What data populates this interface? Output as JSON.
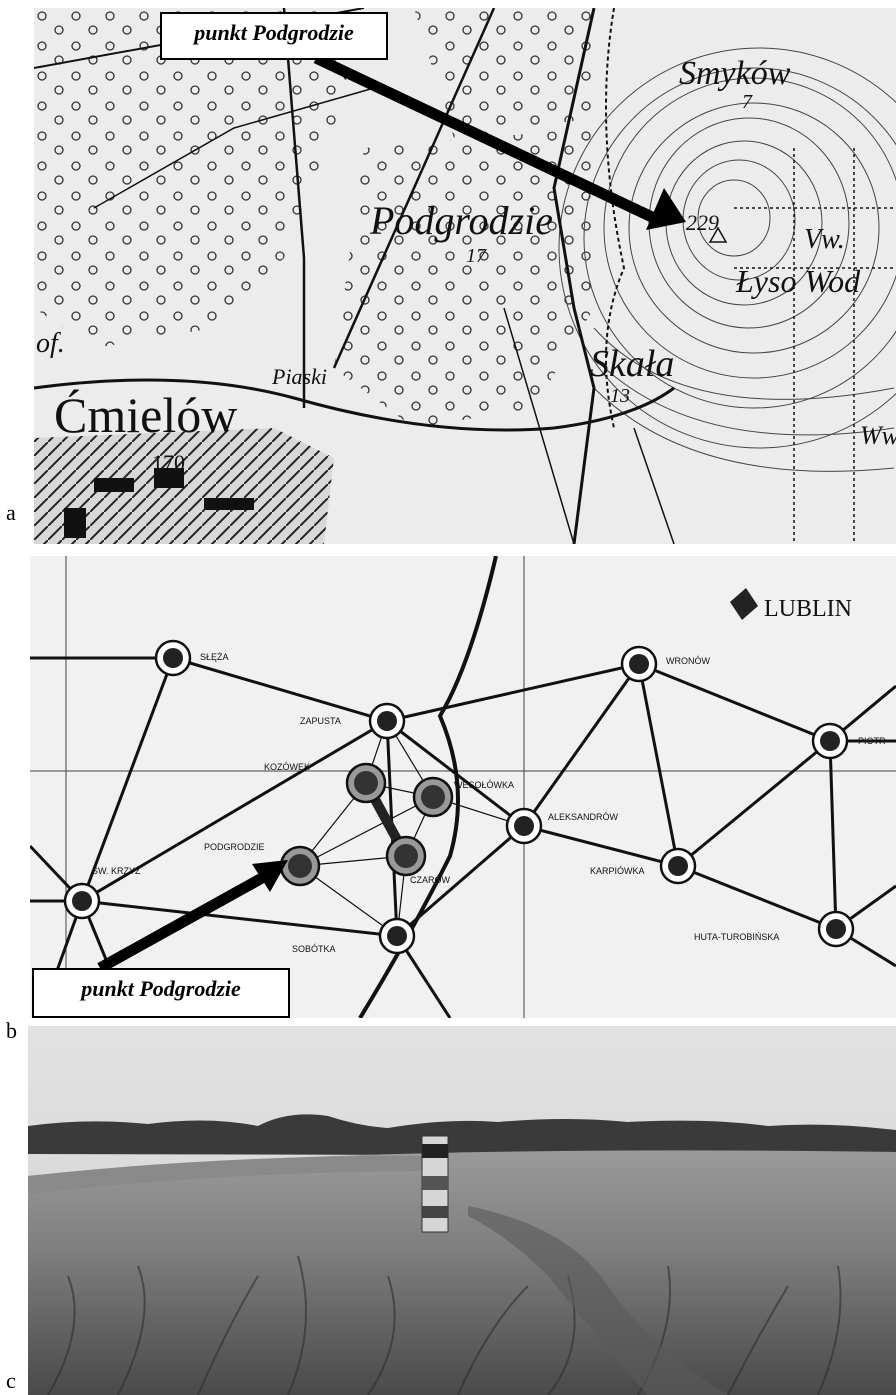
{
  "panels": [
    {
      "letter": "a"
    },
    {
      "letter": "b"
    },
    {
      "letter": "c"
    }
  ],
  "panel_a": {
    "callout": "punkt Podgrodzie",
    "labels": {
      "smykow": "Smyków",
      "smykow_num": "7",
      "podgrodzie": "Podgrodzie",
      "podgrodzie_num": "17",
      "elev_229": "229",
      "lysowody_w": "Vw.",
      "lysowody": "Łyso Wod",
      "skala": "Skała",
      "skala_num": "13",
      "piaski": "Piaski",
      "cmielow": "Ćmielów",
      "cmielow_num": "170",
      "of": "of.",
      "ww": "Ww"
    }
  },
  "panel_b": {
    "callout": "punkt Podgrodzie",
    "corner_label": "LUBLIN",
    "stations": {
      "sleza": "SŁĘŻA",
      "zapusta": "ZAPUSTA",
      "wronow": "WRONÓW",
      "piotr": "PIOTR",
      "kozowek": "KOZÓWEK",
      "wesolowka": "WESOŁÓWKA",
      "aleksandrow": "ALEKSANDRÓW",
      "podgrodzie": "PODGRODZIE",
      "czarow": "CZARÓW",
      "karpiowka": "KARPIÓWKA",
      "sw_krzyz": "ŚW. KRZYŻ",
      "sobotka": "SOBÓTKA",
      "huta": "HUTA-TUROBIŃSKA"
    }
  }
}
